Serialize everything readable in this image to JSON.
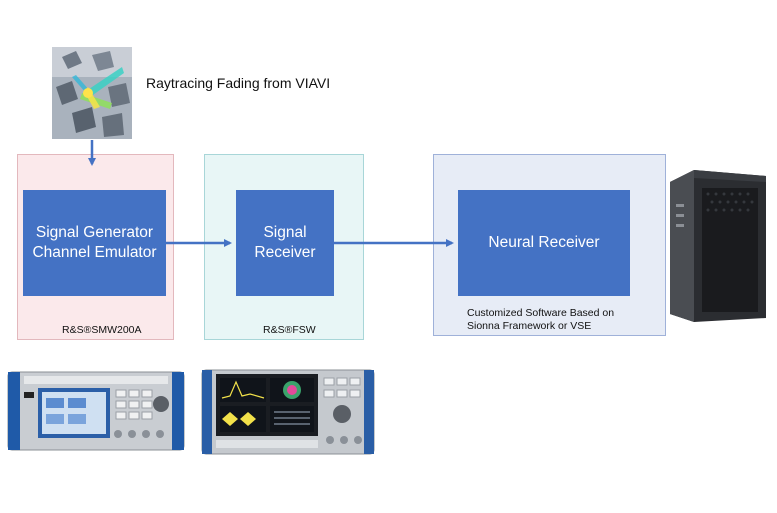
{
  "header": {
    "title": "Raytracing Fading from VIAVI"
  },
  "blocks": {
    "generator": "Signal Generator\nChannel Emulator",
    "receiver": "Signal\nReceiver",
    "neural": "Neural Receiver"
  },
  "captions": {
    "smw": "R&S®SMW200A",
    "fsw": "R&S®FSW",
    "software": "Customized Software Based on\nSionna Framework or VSE"
  },
  "colors": {
    "block": "#4472c4",
    "arrow": "#4472c4",
    "panel_pink": "#fbe9eb",
    "panel_teal": "#e8f6f6",
    "panel_blue": "#e7ecf6"
  },
  "icons": [
    "raytracing-thumbnail",
    "smw200a-device-image",
    "fsw-device-image",
    "workstation-tower-image"
  ]
}
